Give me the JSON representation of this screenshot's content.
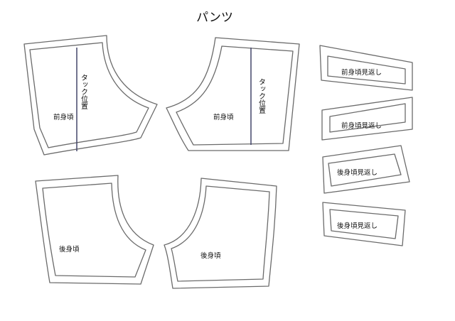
{
  "title": "パンツ",
  "pieces": {
    "front_left": {
      "label": "前身頃",
      "tuck_label": "タック位置"
    },
    "front_right": {
      "label": "前身頃",
      "tuck_label": "タック位置"
    },
    "back_left": {
      "label": "後身頃"
    },
    "back_right": {
      "label": "後身頃"
    },
    "facings": [
      {
        "label": "前身頃見返し"
      },
      {
        "label": "前身頃見返し"
      },
      {
        "label": "後身頃見返し"
      },
      {
        "label": "後身頃見返し"
      }
    ]
  }
}
